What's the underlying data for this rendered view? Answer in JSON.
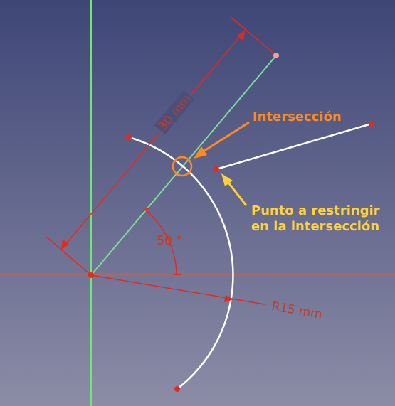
{
  "colors": {
    "bg_top": "#3e4677",
    "bg_bottom": "#8c8ca6",
    "axis_vertical": "#6ee86e",
    "axis_horizontal": "#e0603a",
    "geometry": "#ffffff",
    "construction": "#7ddc9a",
    "constraint": "#e22a1f",
    "constraint_text": "#c23a2a",
    "callout_orange": "#ff8a1e",
    "callout_yellow": "#ffd23a"
  },
  "dimensions": {
    "length": "30 mm",
    "angle": "50 °",
    "radius": "R15 mm"
  },
  "callouts": {
    "intersection": "Intersección",
    "point_line1": "Punto a restringir",
    "point_line2": "en la intersección"
  }
}
